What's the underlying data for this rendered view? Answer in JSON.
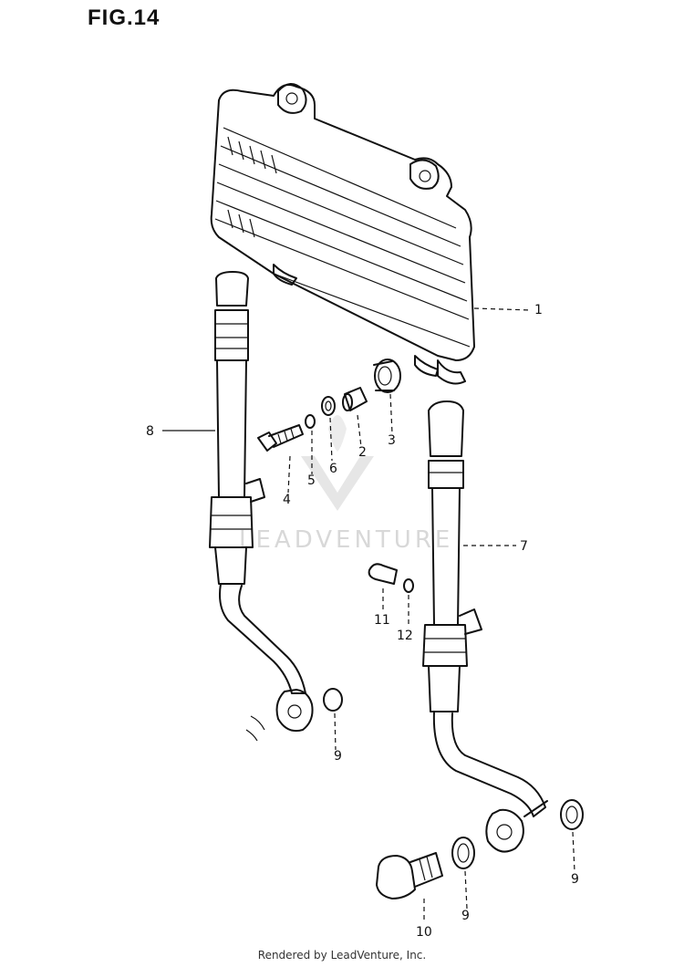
{
  "figure": {
    "title": "FIG.14"
  },
  "watermark": {
    "text": "LEADVENTURE"
  },
  "footer": {
    "text": "Rendered by LeadVenture, Inc."
  },
  "callouts": [
    {
      "id": "1",
      "label": "1"
    },
    {
      "id": "2",
      "label": "2"
    },
    {
      "id": "3",
      "label": "3"
    },
    {
      "id": "4",
      "label": "4"
    },
    {
      "id": "5",
      "label": "5"
    },
    {
      "id": "6",
      "label": "6"
    },
    {
      "id": "7",
      "label": "7"
    },
    {
      "id": "8",
      "label": "8"
    },
    {
      "id": "9a",
      "label": "9"
    },
    {
      "id": "9b",
      "label": "9"
    },
    {
      "id": "9c",
      "label": "9"
    },
    {
      "id": "10",
      "label": "10"
    },
    {
      "id": "11",
      "label": "11"
    },
    {
      "id": "12",
      "label": "12"
    }
  ]
}
